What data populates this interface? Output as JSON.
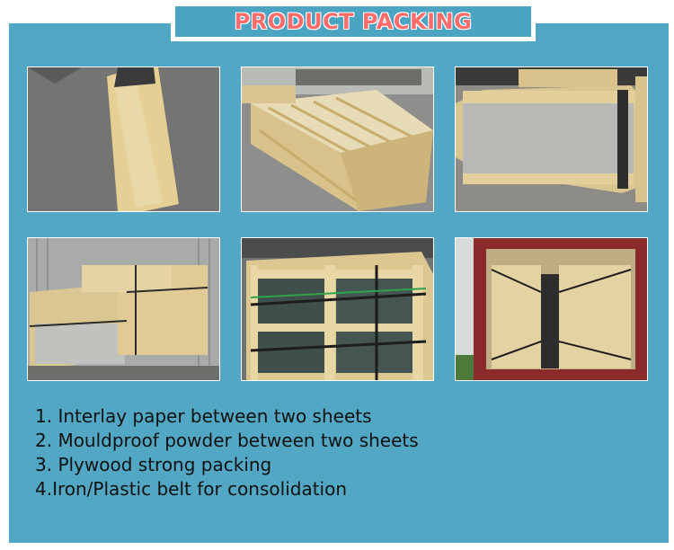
{
  "header": {
    "title": "PRODUCT PACKING"
  },
  "photos": [
    {
      "name": "photo-paper-interlay-sheet"
    },
    {
      "name": "photo-crates-row-warehouse"
    },
    {
      "name": "photo-crate-strapped-closeup"
    },
    {
      "name": "photo-crates-in-container"
    },
    {
      "name": "photo-crate-glass-strapped"
    },
    {
      "name": "photo-container-loaded-rear"
    }
  ],
  "notes": [
    "1. Interlay paper between two sheets",
    "2. Mouldproof powder between two sheets",
    "3. Plywood strong packing",
    "4.Iron/Plastic belt for consolidation"
  ],
  "colors": {
    "panel": "#52a8c4",
    "title": "#ff6b6b",
    "wood": "#e9d6a3"
  }
}
